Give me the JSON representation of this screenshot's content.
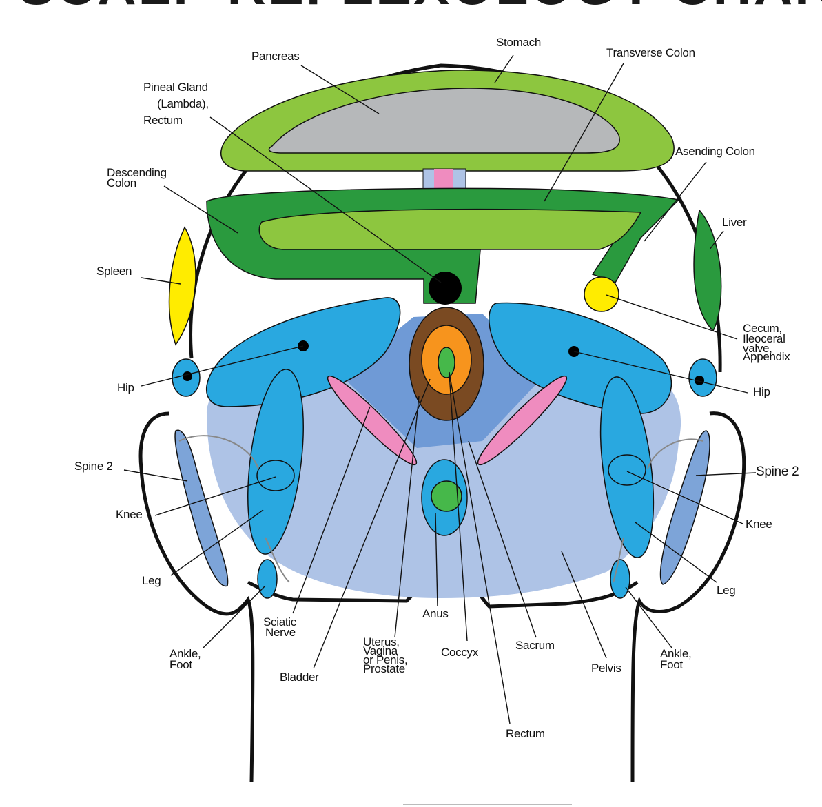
{
  "title": "SCALP REFLEXOLOGY CHART",
  "colors": {
    "green_light": "#8dc63f",
    "green_dark": "#2a9a3e",
    "gray": "#b6b8ba",
    "blue": "#29a8e0",
    "blue_pale": "#aec3e6",
    "blue_mid": "#6f9ad6",
    "blue_ear": "#7da4d8",
    "pink": "#ef8cbf",
    "yellow": "#ffec00",
    "orange": "#f7941d",
    "brown": "#7a4a22",
    "black": "#000000"
  },
  "labels": {
    "stomach": "Stomach",
    "pancreas": "Pancreas",
    "transverse_colon": "Transverse Colon",
    "pineal": [
      "Pineal Gland",
      "(Lambda),",
      "Rectum"
    ],
    "ascending_colon": "Asending Colon",
    "descending_colon": [
      "Descending",
      "Colon"
    ],
    "liver": "Liver",
    "spleen": "Spleen",
    "cecum": [
      "Cecum,",
      "Ileoceral",
      "valve,",
      "Appendix"
    ],
    "hip_left": "Hip",
    "hip_right": "Hip",
    "spine_left": "Spine 2",
    "spine_right": "Spine 2",
    "knee_left": "Knee",
    "knee_right": "Knee",
    "leg_left": "Leg",
    "leg_right": "Leg",
    "sciatic": [
      "Sciatic",
      "Nerve"
    ],
    "anus": "Anus",
    "uterus": [
      "Uterus,",
      "Vagina",
      "or Penis,",
      "Prostate"
    ],
    "coccyx": "Coccyx",
    "sacrum": "Sacrum",
    "pelvis": "Pelvis",
    "ankle_left": [
      "Ankle,",
      "Foot"
    ],
    "ankle_right": [
      "Ankle,",
      "Foot"
    ],
    "bladder": "Bladder",
    "rectum": "Rectum"
  }
}
